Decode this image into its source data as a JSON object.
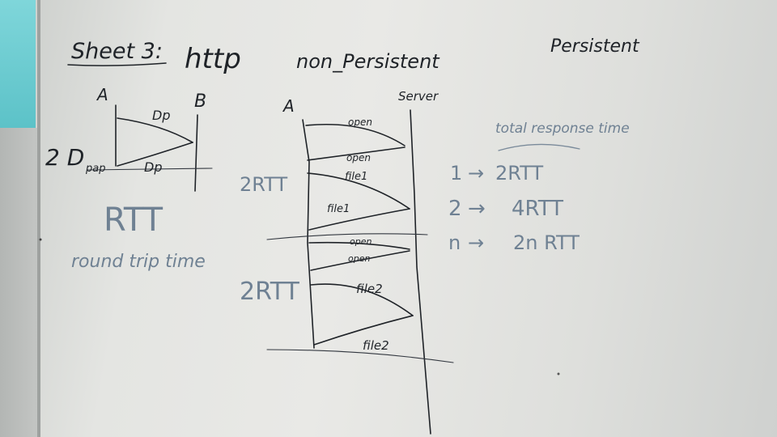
{
  "board": {
    "title": "Sheet 3:",
    "protocol": "http",
    "non_persistent_label": "non_Persistent",
    "persistent_label": "Persistent"
  },
  "small_diagram": {
    "host_a": "A",
    "host_b": "B",
    "top_label": "Dp",
    "bottom_label": "Dp",
    "left_label_main": "2 D",
    "left_label_sub": "pap",
    "rtt_label": "RTT",
    "rtt_meaning": "round trip time"
  },
  "sequence_diagram": {
    "client": "A",
    "server": "Server",
    "messages": [
      "open",
      "open",
      "file1",
      "file1",
      "open",
      "open",
      "file2",
      "file2"
    ],
    "interval_labels": [
      "2RTT",
      "2RTT"
    ]
  },
  "response_time": {
    "heading": "total response time",
    "rows": [
      {
        "n": "1",
        "arrow": "→",
        "value": "2RTT"
      },
      {
        "n": "2",
        "arrow": "→",
        "value": "4RTT"
      },
      {
        "n": "n",
        "arrow": "→",
        "value": "2n RTT"
      }
    ]
  }
}
